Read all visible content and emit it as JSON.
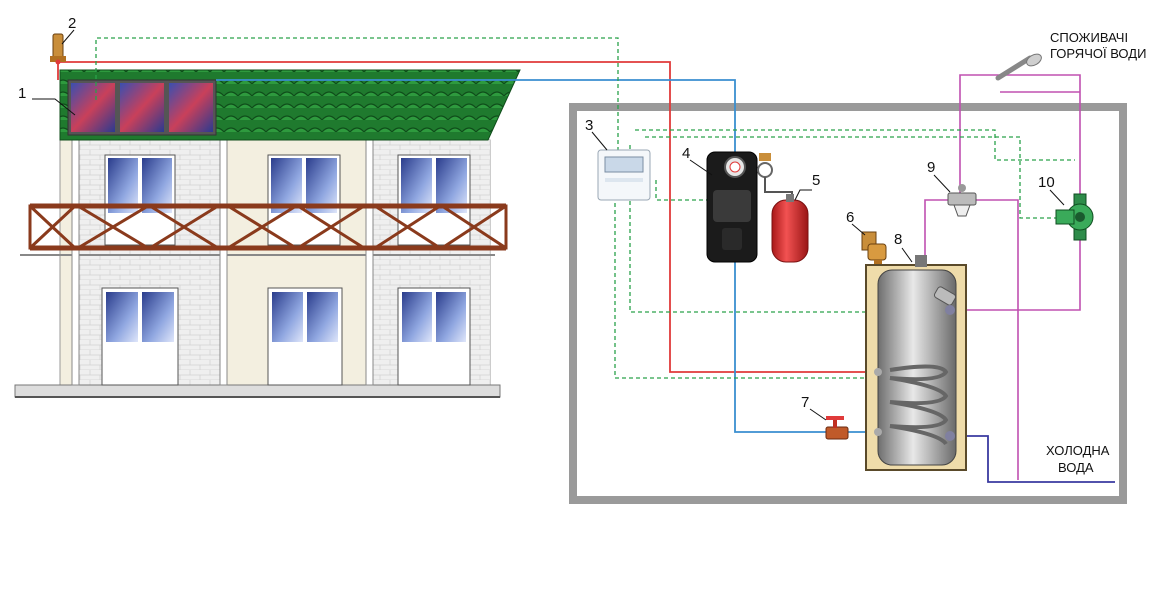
{
  "labels": {
    "n1": "1",
    "n2": "2",
    "n3": "3",
    "n4": "4",
    "n5": "5",
    "n6": "6",
    "n7": "7",
    "n8": "8",
    "n9": "9",
    "n10": "10"
  },
  "captions": {
    "consumers_line1": "СПОЖИВАЧІ",
    "consumers_line2": "ГОРЯЧОЇ ВОДИ",
    "cold_water_line1": "ХОЛОДНА",
    "cold_water_line2": "ВОДА"
  },
  "colors": {
    "hot_line": "#e03a3a",
    "return_line": "#3a8fd0",
    "control_line": "#2aa24a",
    "dhw_line": "#c050b0",
    "cold_line": "#3a3aa0",
    "roof": "#1f7a2e",
    "frame": "#9a9a9a",
    "tank_shell": "#efdcaa",
    "expansion_vessel": "#e8302f"
  },
  "icons": [
    "solar-collector-icon",
    "air-vent-icon",
    "controller-icon",
    "pump-station-icon",
    "expansion-vessel-icon",
    "safety-valve-icon",
    "drain-valve-icon",
    "boiler-tank-icon",
    "mixing-valve-icon",
    "circulation-pump-icon",
    "shower-head-icon"
  ]
}
